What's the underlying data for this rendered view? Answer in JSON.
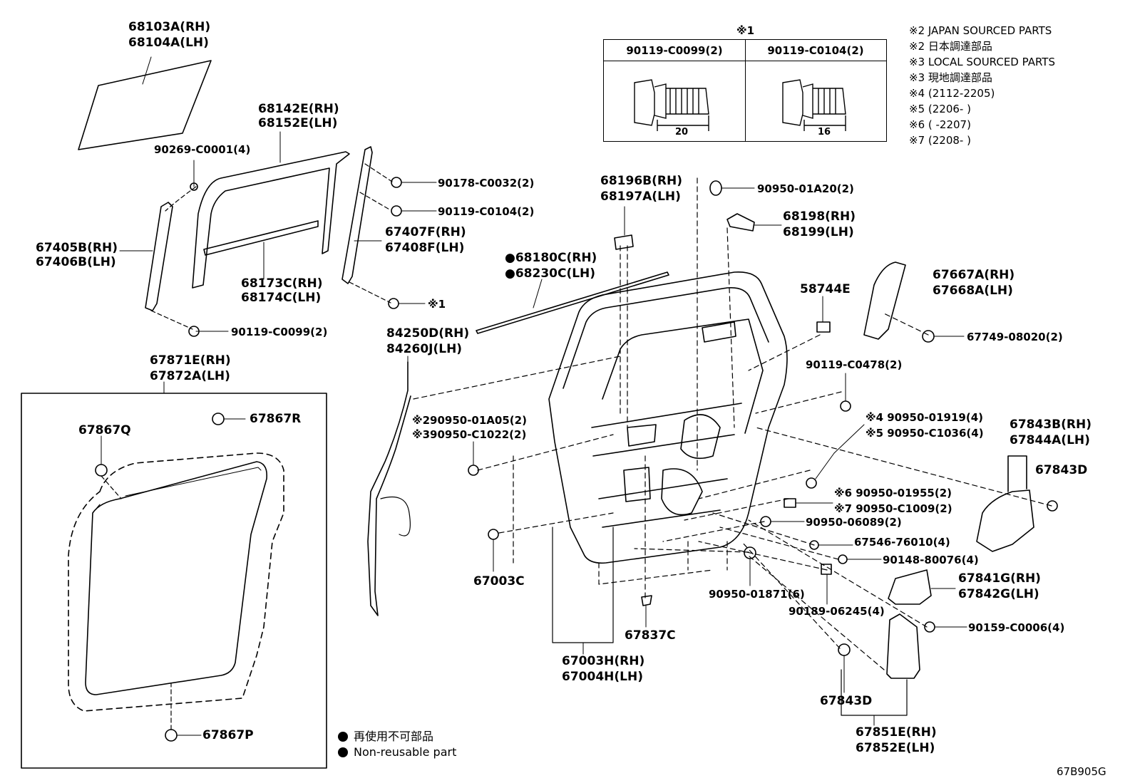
{
  "callouts": {
    "glass_rh": "68103A(RH)",
    "glass_lh": "68104A(LH)",
    "clip_90269": "90269-C0001(4)",
    "frame_rh": "68142E(RH)",
    "frame_lh": "68152E(LH)",
    "bolt_90178": "90178-C0032(2)",
    "bolt_90119_c0104": "90119-C0104(2)",
    "rear_channel_rh": "67407F(RH)",
    "rear_channel_lh": "67408F(LH)",
    "ref_mark_1": "※1",
    "front_channel_rh": "67405B(RH)",
    "front_channel_lh": "67406B(LH)",
    "belt_rh": "68173C(RH)",
    "belt_lh": "68174C(LH)",
    "bolt_90119_c0099": "90119-C0099(2)",
    "weatherstrip_rh": "67871E(RH)",
    "weatherstrip_lh": "67872A(LH)",
    "clip_67867q": "67867Q",
    "clip_67867r": "67867R",
    "clip_67867p": "67867P",
    "outer_belt_rh": "●68180C(RH)",
    "outer_belt_lh": "●68230C(LH)",
    "wire_rh": "84250D(RH)",
    "wire_lh": "84260J(LH)",
    "plug_a05": "※290950-01A05(2)",
    "plug_c1022": "※390950-C1022(2)",
    "cushion_67003c": "67003C",
    "panel_rh": "67003H(RH)",
    "panel_lh": "67004H(LH)",
    "clip_67837c": "67837C",
    "bracket_rh": "68196B(RH)",
    "bracket_lh": "68197A(LH)",
    "plug_a20": "90950-01A20(2)",
    "hinge_rh": "68198(RH)",
    "hinge_lh": "68199(LH)",
    "label_58744e": "58744E",
    "cover_rh": "67667A(RH)",
    "cover_lh": "67668A(LH)",
    "clip_67749": "67749-08020(2)",
    "bolt_90119_c0478": "90119-C0478(2)",
    "plug_01919": "※4 90950-01919(4)",
    "plug_c1036": "※5 90950-C1036(4)",
    "plug_01955": "※6 90950-01955(2)",
    "plug_c1009": "※7 90950-C1009(2)",
    "plug_06089": "90950-06089(2)",
    "seal_67546": "67546-76010(4)",
    "screw_90148": "90148-80076(4)",
    "plug_01871": "90950-01871(6)",
    "nut_90189": "90189-06245(4)",
    "guard_rh": "67841G(RH)",
    "guard_lh": "67842G(LH)",
    "screw_90159": "90159-C0006(4)",
    "cover2_rh": "67843B(RH)",
    "cover2_lh": "67844A(LH)",
    "clip_67843d_a": "67843D",
    "clip_67843d_b": "67843D",
    "protector_rh": "67851E(RH)",
    "protector_lh": "67852E(LH)"
  },
  "bolt_table": {
    "ref": "※1",
    "col1_part": "90119-C0099(2)",
    "col1_length": "20",
    "col2_part": "90119-C0104(2)",
    "col2_length": "16"
  },
  "notes": [
    "※2 JAPAN SOURCED PARTS",
    "※2 日本調達部品",
    "※3 LOCAL SOURCED PARTS",
    "※3 現地調達部品",
    "※4 (2112-2205)",
    "※5 (2206-      )",
    "※6 (       -2207)",
    "※7 (2208-      )"
  ],
  "legend": {
    "jp": "再使用不可部品",
    "en": "Non-reusable part"
  },
  "figure_code": "67B905G"
}
